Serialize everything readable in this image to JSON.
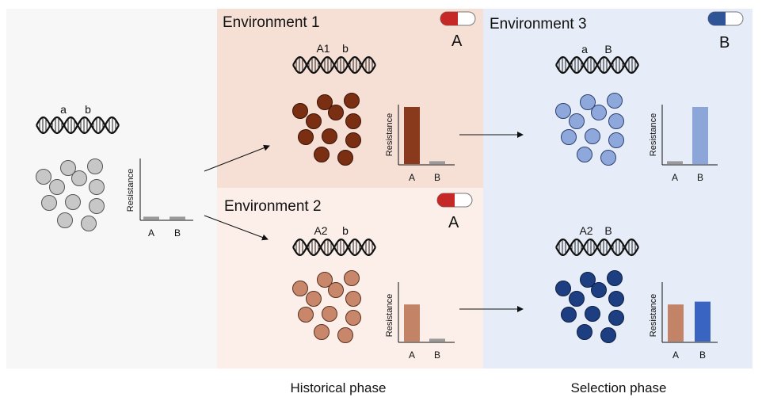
{
  "colors": {
    "ancestor_bg": "#f7f7f7",
    "env1_bg": "#f6e0d6",
    "env2_bg": "#fcefe9",
    "env3_bg": "#e7edf8",
    "cell_gray": "#c7c7c7",
    "cell_dark_brown": "#7a2e12",
    "cell_light_brown": "#c8876a",
    "cell_light_blue": "#8fa8dc",
    "cell_dark_blue": "#1d3f82",
    "bar_dark_brown": "#8a3a1c",
    "bar_light_brown": "#c38367",
    "bar_light_blue": "#8ca6da",
    "bar_blue": "#3a64c2",
    "bar_gray": "#9a9a9a",
    "pill_red": "#c62828",
    "pill_blue": "#2f5597"
  },
  "ancestor": {
    "gene1": "a",
    "gene2": "b",
    "chart": {
      "ylabel": "Resistance",
      "categories": [
        "A",
        "B"
      ]
    }
  },
  "env1": {
    "title": "Environment 1",
    "drug_label": "A",
    "pill_icon": "pill-icon",
    "gene1": "A1",
    "gene2": "b",
    "chart": {
      "ylabel": "Resistance",
      "categories": [
        "A",
        "B"
      ]
    }
  },
  "env2": {
    "title": "Environment 2",
    "drug_label": "A",
    "pill_icon": "pill-icon",
    "gene1": "A2",
    "gene2": "b",
    "chart": {
      "ylabel": "Resistance",
      "categories": [
        "A",
        "B"
      ]
    }
  },
  "env3": {
    "title": "Environment 3",
    "drug_label": "B",
    "pill_icon": "pill-icon",
    "top": {
      "gene1": "a",
      "gene2": "B",
      "chart": {
        "ylabel": "Resistance",
        "categories": [
          "A",
          "B"
        ]
      }
    },
    "bottom": {
      "gene1": "A2",
      "gene2": "B",
      "chart": {
        "ylabel": "Resistance",
        "categories": [
          "A",
          "B"
        ]
      }
    }
  },
  "footer": {
    "historical": "Historical phase",
    "selection": "Selection phase"
  },
  "chart_data": [
    {
      "type": "bar",
      "id": "ancestor",
      "categories": [
        "A",
        "B"
      ],
      "values": [
        0.05,
        0.05
      ],
      "ylabel": "Resistance"
    },
    {
      "type": "bar",
      "id": "env1",
      "categories": [
        "A",
        "B"
      ],
      "values": [
        1.0,
        0.05
      ],
      "ylabel": "Resistance"
    },
    {
      "type": "bar",
      "id": "env2",
      "categories": [
        "A",
        "B"
      ],
      "values": [
        0.65,
        0.05
      ],
      "ylabel": "Resistance"
    },
    {
      "type": "bar",
      "id": "env3_top",
      "categories": [
        "A",
        "B"
      ],
      "values": [
        0.05,
        1.0
      ],
      "ylabel": "Resistance"
    },
    {
      "type": "bar",
      "id": "env3_bottom",
      "categories": [
        "A",
        "B"
      ],
      "values": [
        0.65,
        0.7
      ],
      "ylabel": "Resistance"
    }
  ]
}
